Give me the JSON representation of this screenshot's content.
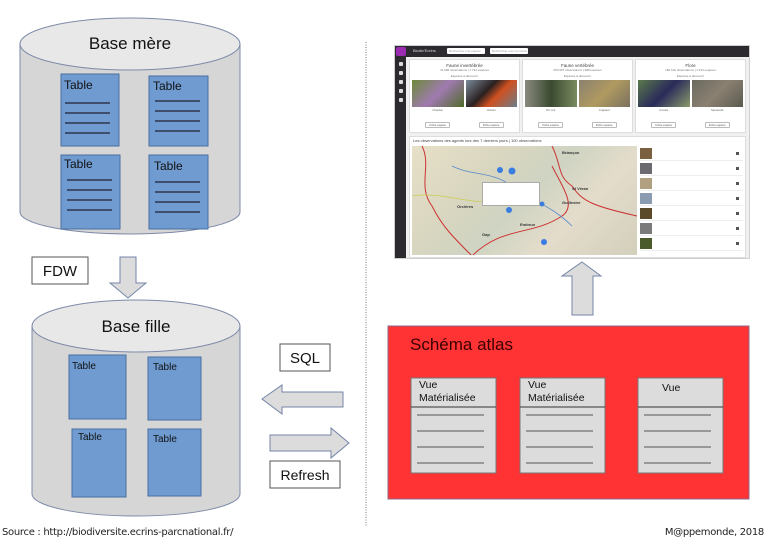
{
  "left": {
    "base_mere": {
      "title": "Base mère",
      "tables": [
        "Table",
        "Table",
        "Table",
        "Table"
      ]
    },
    "fdw_label": "FDW",
    "base_fille": {
      "title": "Base fille",
      "tables": [
        "Table",
        "Table",
        "Table",
        "Table"
      ]
    }
  },
  "middle": {
    "sql_label": "SQL",
    "refresh_label": "Refresh"
  },
  "right": {
    "app_screenshot": {
      "brand": "Biodiv'Ecrins",
      "search_placeholders": [
        "Rechercher une espèce",
        "Rechercher une commune"
      ],
      "cards": [
        {
          "title": "Faune invertébrée",
          "stats": "41 596 observations | 1 724 espèces",
          "discover": "Espèces à découvrir",
          "species": [
            "Chardon",
            "Vulcain"
          ],
          "button": "Fiche espèce"
        },
        {
          "title": "Faune vertébrée",
          "stats": "250 997 observations | 388 espèces",
          "discover": "Espèces à découvrir",
          "species": [
            "Pic noir",
            "Crapaud"
          ],
          "button": "Fiche espèce"
        },
        {
          "title": "Flore",
          "stats": "182 100 observations | 1 913 espèces",
          "discover": "Espèces à découvrir",
          "species": [
            "Ancolie",
            "Sauterelle"
          ],
          "button": "Fiche espèce"
        }
      ],
      "observations_title": "Les observations des agents lors des 7 derniers jours | 100 observations",
      "map_places": [
        "Briançon",
        "St Véran",
        "Guillestre",
        "Gap",
        "Embrun",
        "Orcières"
      ]
    },
    "schema": {
      "title": "Schéma atlas",
      "views": [
        {
          "label_line1": "Vue",
          "label_line2": "Matérialisée"
        },
        {
          "label_line1": "Vue",
          "label_line2": "Matérialisée"
        },
        {
          "label_line1": "Vue",
          "label_line2": ""
        }
      ],
      "color": "#ff3333"
    }
  },
  "footer": {
    "source": "Source : http://biodiversite.ecrins-parcnational.fr/",
    "credit": "M@ppemonde, 2018"
  },
  "colors": {
    "cylinder_body": "#d6d6d6",
    "cylinder_top": "#e6e6e6",
    "table_fill": "#6f9bd1",
    "arrow_fill": "#dcdcdc",
    "arrow_stroke": "#7484a8"
  }
}
